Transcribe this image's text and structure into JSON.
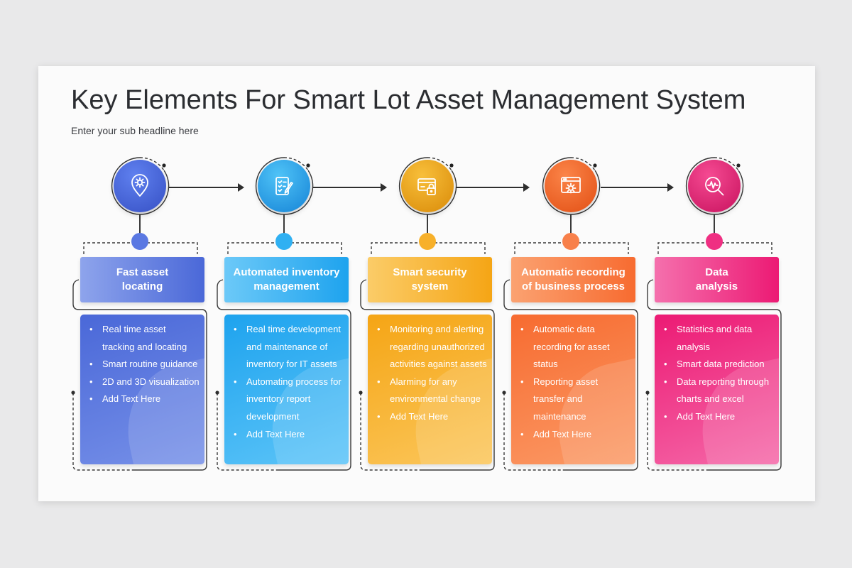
{
  "header": {
    "title": "Key Elements For Smart Lot Asset Management System",
    "subtitle": "Enter your sub headline here"
  },
  "steps": [
    {
      "title": "Fast asset\nlocating",
      "icon": "location-gear-icon",
      "color": "#4a68d8",
      "color_light": "#8ea4ec",
      "bullets": [
        "Real time asset tracking and locating",
        "Smart routine guidance",
        "2D and 3D visualization",
        "Add Text Here"
      ]
    },
    {
      "title": "Automated inventory\nmanagement",
      "icon": "checklist-pen-icon",
      "color": "#1ea3ee",
      "color_light": "#6cc9f8",
      "bullets": [
        "Real time development and maintenance of inventory for IT assets",
        "Automating process for inventory report development",
        "Add Text Here"
      ]
    },
    {
      "title": "Smart security\nsystem",
      "icon": "card-lock-icon",
      "color": "#f5a515",
      "color_light": "#fbcc68",
      "bullets": [
        "Monitoring and alerting regarding unauthorized activities against assets",
        "Alarming for any environmental change",
        "Add Text Here"
      ]
    },
    {
      "title": "Automatic recording\nof business process",
      "icon": "browser-gear-icon",
      "color": "#f76b30",
      "color_light": "#fba271",
      "bullets": [
        "Automatic data recording for asset status",
        "Reporting asset transfer and maintenance",
        "Add Text Here"
      ]
    },
    {
      "title": "Data\nanalysis",
      "icon": "chart-magnifier-icon",
      "color": "#ec1a74",
      "color_light": "#f570ad",
      "bullets": [
        "Statistics and data analysis",
        "Smart data prediction",
        "Data reporting through charts and excel",
        "Add Text Here"
      ]
    }
  ]
}
